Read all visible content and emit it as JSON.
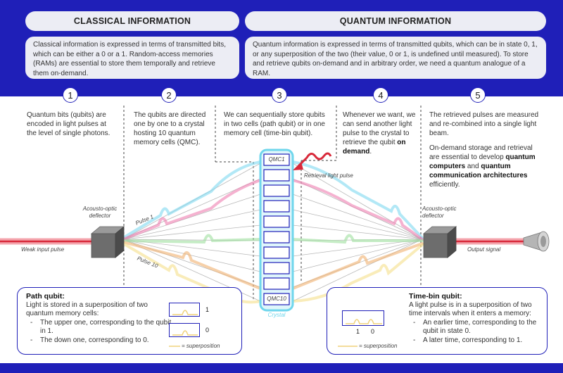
{
  "classical": {
    "title": "CLASSICAL INFORMATION",
    "text": "Classical information is expressed in terms of transmitted bits, which can be either a 0 or a 1. Random-access memories (RAMs) are essential to store them temporally and retrieve them on-demand."
  },
  "quantum": {
    "title": "QUANTUM INFORMATION",
    "text": "Quantum information is expressed in terms of transmitted qubits, which can be in state 0, 1, or any superposition of the two (their value, 0 or 1, is undefined until measured). To store and retrieve qubits on-demand and in arbitrary order, we need a quantum analogue of a RAM."
  },
  "steps": [
    {
      "num": "1",
      "text": "Quantum bits (qubits) are encoded in light pulses at the level of single photons."
    },
    {
      "num": "2",
      "text": "The qubits are directed one by one to a crystal hosting 10 quantum memory cells (QMC)."
    },
    {
      "num": "3",
      "text": "We can sequentially store qubits in two cells (path qubit) or in one memory cell (time-bin qubit)."
    },
    {
      "num": "4",
      "text_before": "Whenever we want, we can send another light pulse to the crystal to retrieve the qubit ",
      "text_bold": "on demand",
      "text_after": "."
    },
    {
      "num": "5",
      "text": "The retrieved pulses are measured and re-combined into a single light beam.",
      "text2_a": "On-demand storage and retrieval are essential to develop ",
      "text2_b": "quantum computers",
      "text2_c": " and ",
      "text2_d": "quantum communication architectures",
      "text2_e": " efficiently."
    }
  ],
  "labels": {
    "aod_left": "Acousto-optic deflector",
    "aod_right": "Acousto-optic deflector",
    "input": "Weak input pulse",
    "output": "Output signal",
    "pulse1": "Pulse 1",
    "pulse10": "Pulse 10",
    "retrieval": "Retrieval light pulse",
    "qmc_top": "QMC1",
    "qmc_bottom": "QMC10",
    "crystal": "Crystal"
  },
  "path_qubit": {
    "title": "Path qubit:",
    "intro": "Light is stored in a superposition of two quantum memory cells:",
    "items": [
      "The upper one, corresponding to the qubit in 1.",
      "The down one, corresponding to 0."
    ],
    "cell_top": "1",
    "cell_bottom": "0",
    "legend": "= superposition"
  },
  "timebin_qubit": {
    "title": "Time-bin qubit:",
    "intro": "A light pulse is in a superposition of two time intervals when it enters a memory:",
    "items": [
      "An earlier time, corresponding to the qubit in state 0.",
      "A later time, corresponding to 1."
    ],
    "bin_left": "1",
    "bin_right": "0",
    "legend": "= superposition"
  },
  "colors": {
    "accent": "#1f1fb8",
    "crystal": "#6fd6ec",
    "laser": "#d8293a"
  }
}
